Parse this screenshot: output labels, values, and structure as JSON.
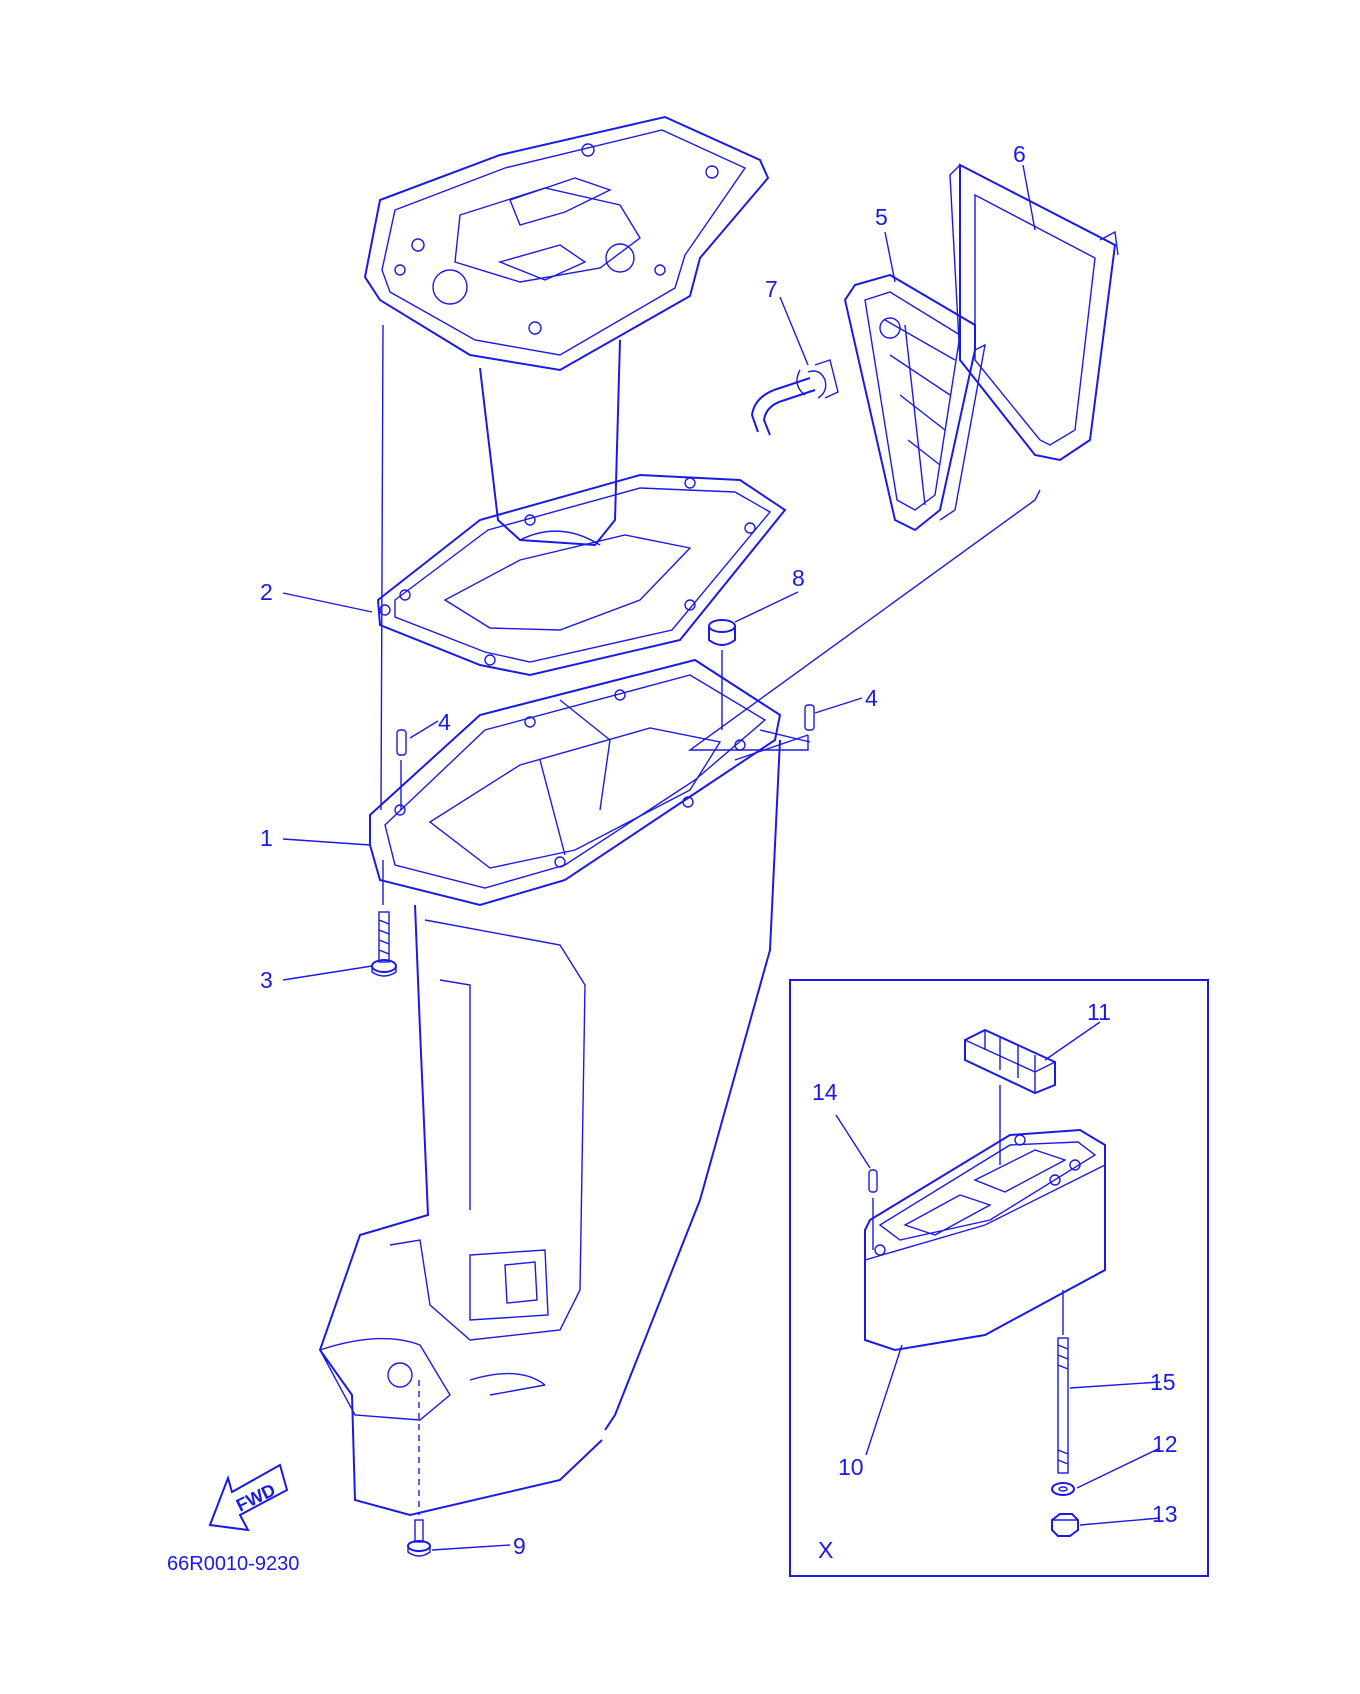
{
  "diagram": {
    "drawing_code": "66R0010-9230",
    "inset_label": "X",
    "direction_label": "FWD",
    "line_color": "#1a1ae6",
    "callouts": [
      "1",
      "2",
      "3",
      "4",
      "4",
      "5",
      "6",
      "7",
      "8",
      "9",
      "10",
      "11",
      "12",
      "13",
      "14",
      "15"
    ]
  }
}
